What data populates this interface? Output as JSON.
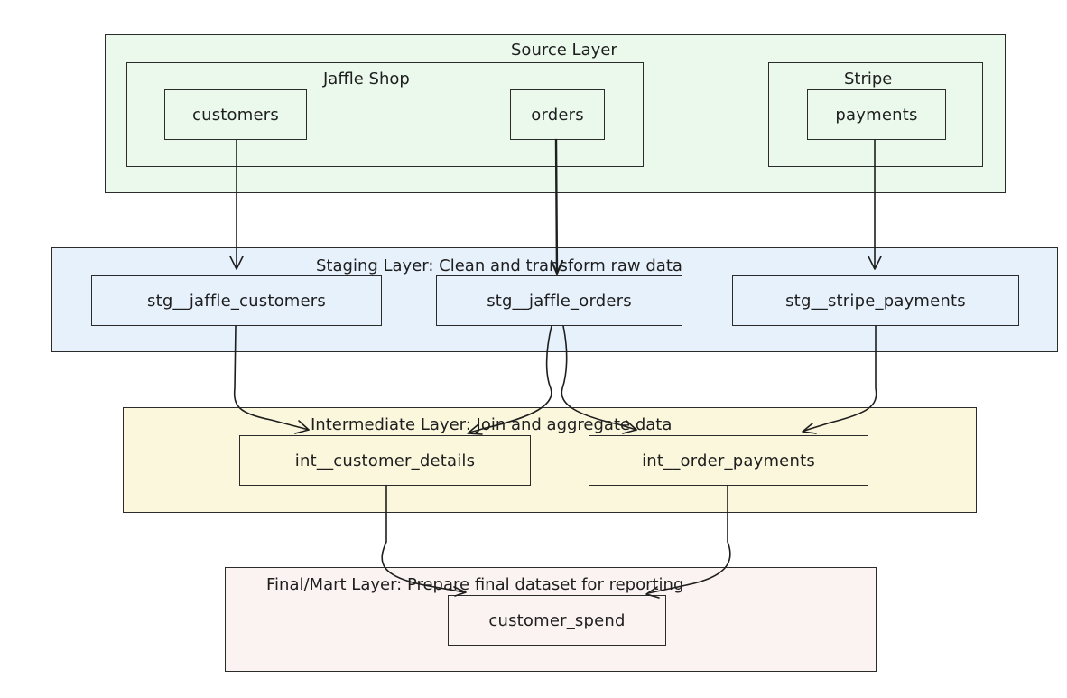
{
  "colors": {
    "source_fill": "#ebf8ec",
    "staging_fill": "#e7f1fc",
    "intermediate_fill": "#fbf7dc",
    "mart_fill": "#fbf3f2",
    "stroke": "#1e1e1e"
  },
  "layers": {
    "source": {
      "title": "Source Layer",
      "groups": {
        "jaffle_shop": {
          "title": "Jaffle Shop",
          "nodes": {
            "customers": "customers",
            "orders": "orders"
          }
        },
        "stripe": {
          "title": "Stripe",
          "nodes": {
            "payments": "payments"
          }
        }
      }
    },
    "staging": {
      "title": "Staging Layer: Clean and transform raw data",
      "nodes": {
        "stg_customers": "stg__jaffle_customers",
        "stg_orders": "stg__jaffle_orders",
        "stg_payments": "stg__stripe_payments"
      }
    },
    "intermediate": {
      "title": "Intermediate Layer: Join and aggregate data",
      "nodes": {
        "int_customer_details": "int__customer_details",
        "int_order_payments": "int__order_payments"
      }
    },
    "mart": {
      "title": "Final/Mart Layer: Prepare final dataset for reporting",
      "nodes": {
        "customer_spend": "customer_spend"
      }
    }
  },
  "edges": [
    {
      "from": "customers",
      "to": "stg__jaffle_customers"
    },
    {
      "from": "orders",
      "to": "stg__jaffle_orders"
    },
    {
      "from": "payments",
      "to": "stg__stripe_payments"
    },
    {
      "from": "stg__jaffle_customers",
      "to": "int__customer_details"
    },
    {
      "from": "stg__jaffle_orders",
      "to": "int__customer_details"
    },
    {
      "from": "stg__jaffle_orders",
      "to": "int__order_payments"
    },
    {
      "from": "stg__stripe_payments",
      "to": "int__order_payments"
    },
    {
      "from": "int__customer_details",
      "to": "customer_spend"
    },
    {
      "from": "int__order_payments",
      "to": "customer_spend"
    }
  ]
}
